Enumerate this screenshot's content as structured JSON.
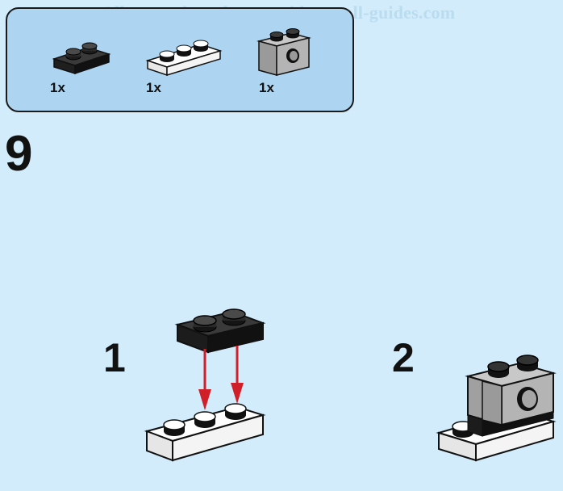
{
  "watermark": "All manuals and user guides at all-guides.com",
  "parts": [
    {
      "name": "black plate 1x2",
      "quantity": "1x"
    },
    {
      "name": "white plate 1x3",
      "quantity": "1x"
    },
    {
      "name": "grey technic brick 1x2 with hole",
      "quantity": "1x"
    }
  ],
  "step": {
    "number": "9",
    "substeps": [
      {
        "label": "1"
      },
      {
        "label": "2"
      }
    ]
  },
  "colors": {
    "background": "#d2ecfb",
    "parts_box": "#add5f2",
    "arrow": "#d11f2a"
  }
}
